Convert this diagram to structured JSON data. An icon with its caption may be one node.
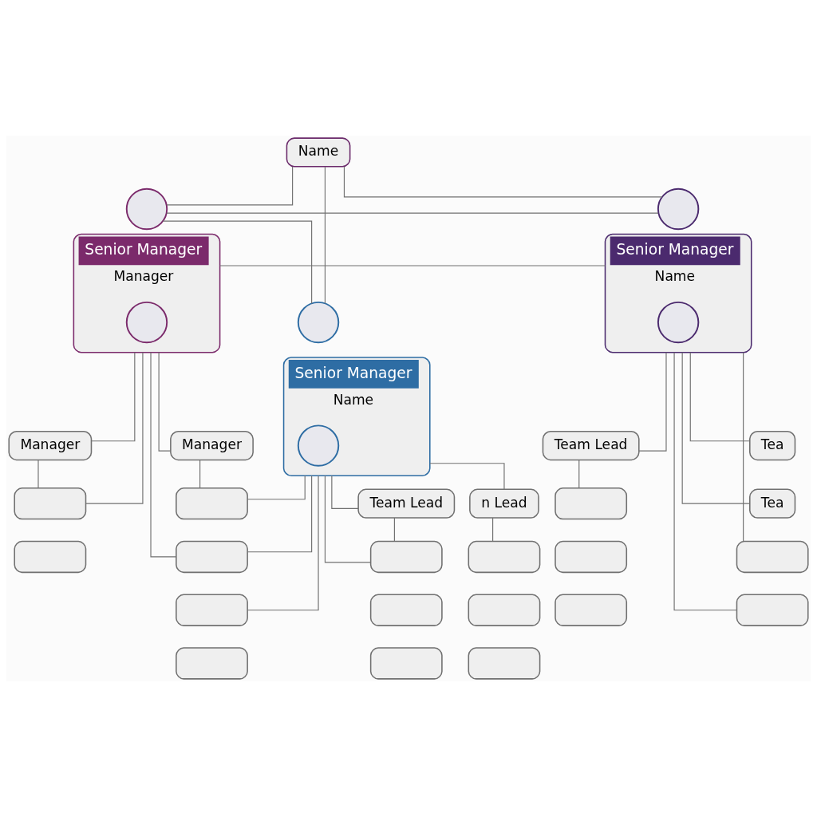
{
  "diagram": {
    "nodes": [
      {
        "text": [
          "Name"
        ]
      },
      {
        "text": [],
        "shape": "circle"
      },
      {
        "text": [],
        "shape": "circle"
      },
      {
        "text": [],
        "shape": "circle"
      },
      {
        "text": [
          "Senior Manager",
          "Name"
        ]
      },
      {
        "text": [],
        "shape": "circle",
        "in": 4
      },
      {
        "text": [
          "Senior Manager",
          "Manager"
        ]
      },
      {
        "text": [],
        "shape": "circle",
        "in": 6
      },
      {
        "text": [
          "Senior Manager",
          "Name"
        ]
      },
      {
        "text": [],
        "shape": "circle",
        "in": 8
      },
      {
        "text": [
          "n Lead"
        ]
      },
      {
        "text": [
          "Team Lead"
        ]
      },
      {
        "text": [],
        "shape": "box"
      },
      {
        "text": [],
        "shape": "box"
      },
      {
        "text": [],
        "shape": "box"
      },
      {
        "text": [],
        "shape": "box"
      },
      {
        "text": [],
        "shape": "box"
      },
      {
        "text": [],
        "shape": "box"
      },
      {
        "text": [
          "Manager"
        ]
      },
      {
        "text": [
          "Manager"
        ]
      },
      {
        "text": [],
        "shape": "box"
      },
      {
        "text": [],
        "shape": "box"
      },
      {
        "text": [],
        "shape": "box"
      },
      {
        "text": [],
        "shape": "box"
      },
      {
        "text": [],
        "shape": "box"
      },
      {
        "text": [],
        "shape": "box"
      },
      {
        "text": [
          "Team Lead"
        ]
      },
      {
        "text": [
          "Tea"
        ]
      },
      {
        "text": [
          "Tea"
        ]
      },
      {
        "text": [],
        "shape": "box"
      },
      {
        "text": [],
        "shape": "box"
      },
      {
        "text": [],
        "shape": "box"
      },
      {
        "text": [],
        "shape": "box"
      },
      {
        "text": [],
        "shape": "box"
      }
    ],
    "edges": [
      {
        "from": 0,
        "to": 1,
        "arrow": "none"
      },
      {
        "from": 0,
        "to": 2,
        "arrow": "none"
      },
      {
        "from": 0,
        "to": 3,
        "arrow": "none"
      },
      {
        "from": 1,
        "to": 2,
        "arrow": "none"
      },
      {
        "from": 2,
        "to": 3,
        "arrow": "none"
      },
      {
        "from": 4,
        "to": 10,
        "arrow": "none"
      },
      {
        "from": 4,
        "to": 11,
        "arrow": "none"
      },
      {
        "from": 10,
        "to": 12,
        "arrow": "none"
      },
      {
        "from": 11,
        "to": 15,
        "arrow": "none"
      },
      {
        "from": 4,
        "to": 15,
        "arrow": "none"
      },
      {
        "from": 4,
        "to": 20,
        "arrow": "none"
      },
      {
        "from": 4,
        "to": 21,
        "arrow": "none"
      },
      {
        "from": 4,
        "to": 22,
        "arrow": "none"
      },
      {
        "from": 6,
        "to": 8,
        "arrow": "none"
      },
      {
        "from": 6,
        "to": 18,
        "arrow": "none"
      },
      {
        "from": 6,
        "to": 19,
        "arrow": "none"
      },
      {
        "from": 18,
        "to": 20,
        "arrow": "none"
      },
      {
        "from": 19,
        "to": 24,
        "arrow": "none"
      },
      {
        "from": 6,
        "to": 24,
        "arrow": "none"
      },
      {
        "from": 6,
        "to": 21,
        "arrow": "none"
      },
      {
        "from": 8,
        "to": 26,
        "arrow": "none"
      },
      {
        "from": 8,
        "to": 27,
        "arrow": "none"
      },
      {
        "from": 26,
        "to": 29,
        "arrow": "none"
      },
      {
        "from": 8,
        "to": 28,
        "arrow": "none"
      },
      {
        "from": 8,
        "to": 32,
        "arrow": "none"
      },
      {
        "from": 8,
        "to": 33,
        "arrow": "none"
      }
    ]
  }
}
